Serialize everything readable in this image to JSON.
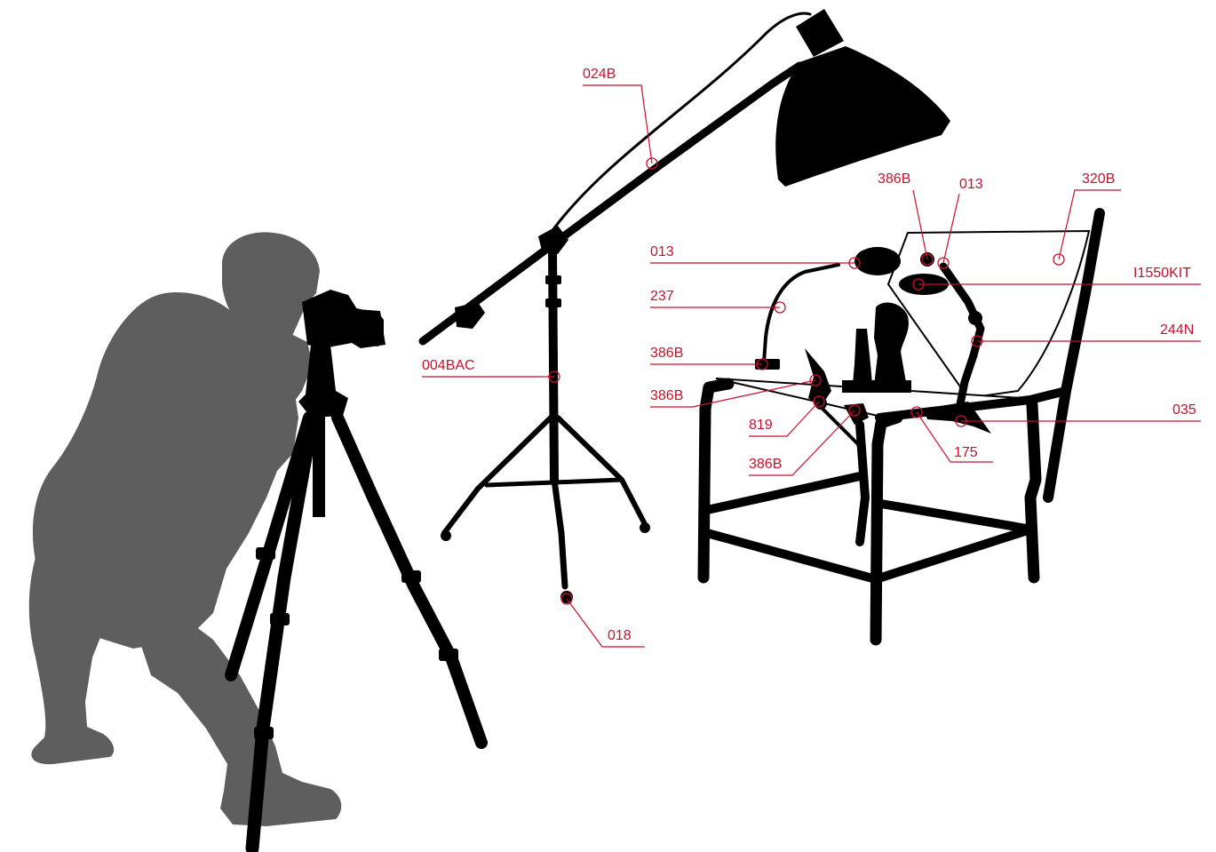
{
  "colors": {
    "accent": "#c8102e",
    "equipment": "#000000",
    "photographer": "#5e5e5e",
    "background": "#ffffff"
  },
  "callouts": {
    "boom_arm": "024B",
    "light_stand": "004BAC",
    "stand_caster": "018",
    "table_clamp_top_left": "013",
    "flex_arm_left": "237",
    "clamp_left_upper": "386B",
    "clamp_left_lower": "386B",
    "swivel_adapter": "819",
    "clamp_front": "386B",
    "clamp_top_right": "386B",
    "table_clamp_top_right": "013",
    "shooting_table": "320B",
    "reflector_kit": "I1550KIT",
    "flex_arm_right": "244N",
    "table_mount_right": "035",
    "super_clamp": "175"
  }
}
